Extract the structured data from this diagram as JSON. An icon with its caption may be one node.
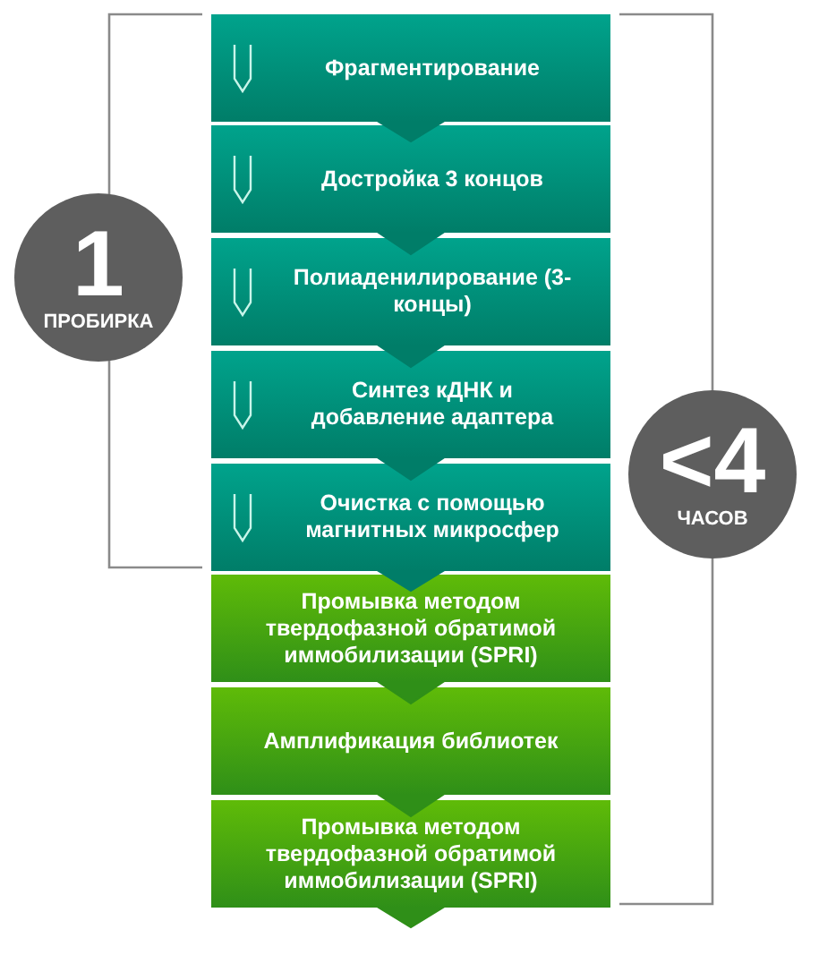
{
  "diagram": {
    "nodes": [
      {
        "text": [
          "Фрагментирование"
        ]
      },
      {
        "text": [
          "Достройка 3 концов"
        ]
      },
      {
        "text": [
          "Полиаденилирование (3-концы)"
        ]
      },
      {
        "text": [
          "Синтез кДНК и добавление адаптера"
        ]
      },
      {
        "text": [
          "Очистка с помощью магнитных микросфер"
        ]
      },
      {
        "text": [
          "Промывка методом твердофазной обратимой иммобилизации (SPRI)"
        ]
      },
      {
        "text": [
          "Амплификация библиотек"
        ]
      },
      {
        "text": [
          "Промывка методом твердофазной обратимой иммобилизации (SPRI)"
        ]
      },
      {
        "text": [
          "1",
          "ПРОБИРКА"
        ]
      },
      {
        "text": [
          "<4",
          "ЧАСОВ"
        ]
      }
    ],
    "edges": [
      {
        "from": 0,
        "to": 1,
        "arrow": "to"
      },
      {
        "from": 1,
        "to": 2,
        "arrow": "to"
      },
      {
        "from": 2,
        "to": 3,
        "arrow": "to"
      },
      {
        "from": 3,
        "to": 4,
        "arrow": "to"
      },
      {
        "from": 4,
        "to": 5,
        "arrow": "to"
      },
      {
        "from": 5,
        "to": 6,
        "arrow": "to"
      },
      {
        "from": 6,
        "to": 7,
        "arrow": "to"
      },
      {
        "from": 7,
        "to": null,
        "arrow": "to"
      }
    ]
  }
}
